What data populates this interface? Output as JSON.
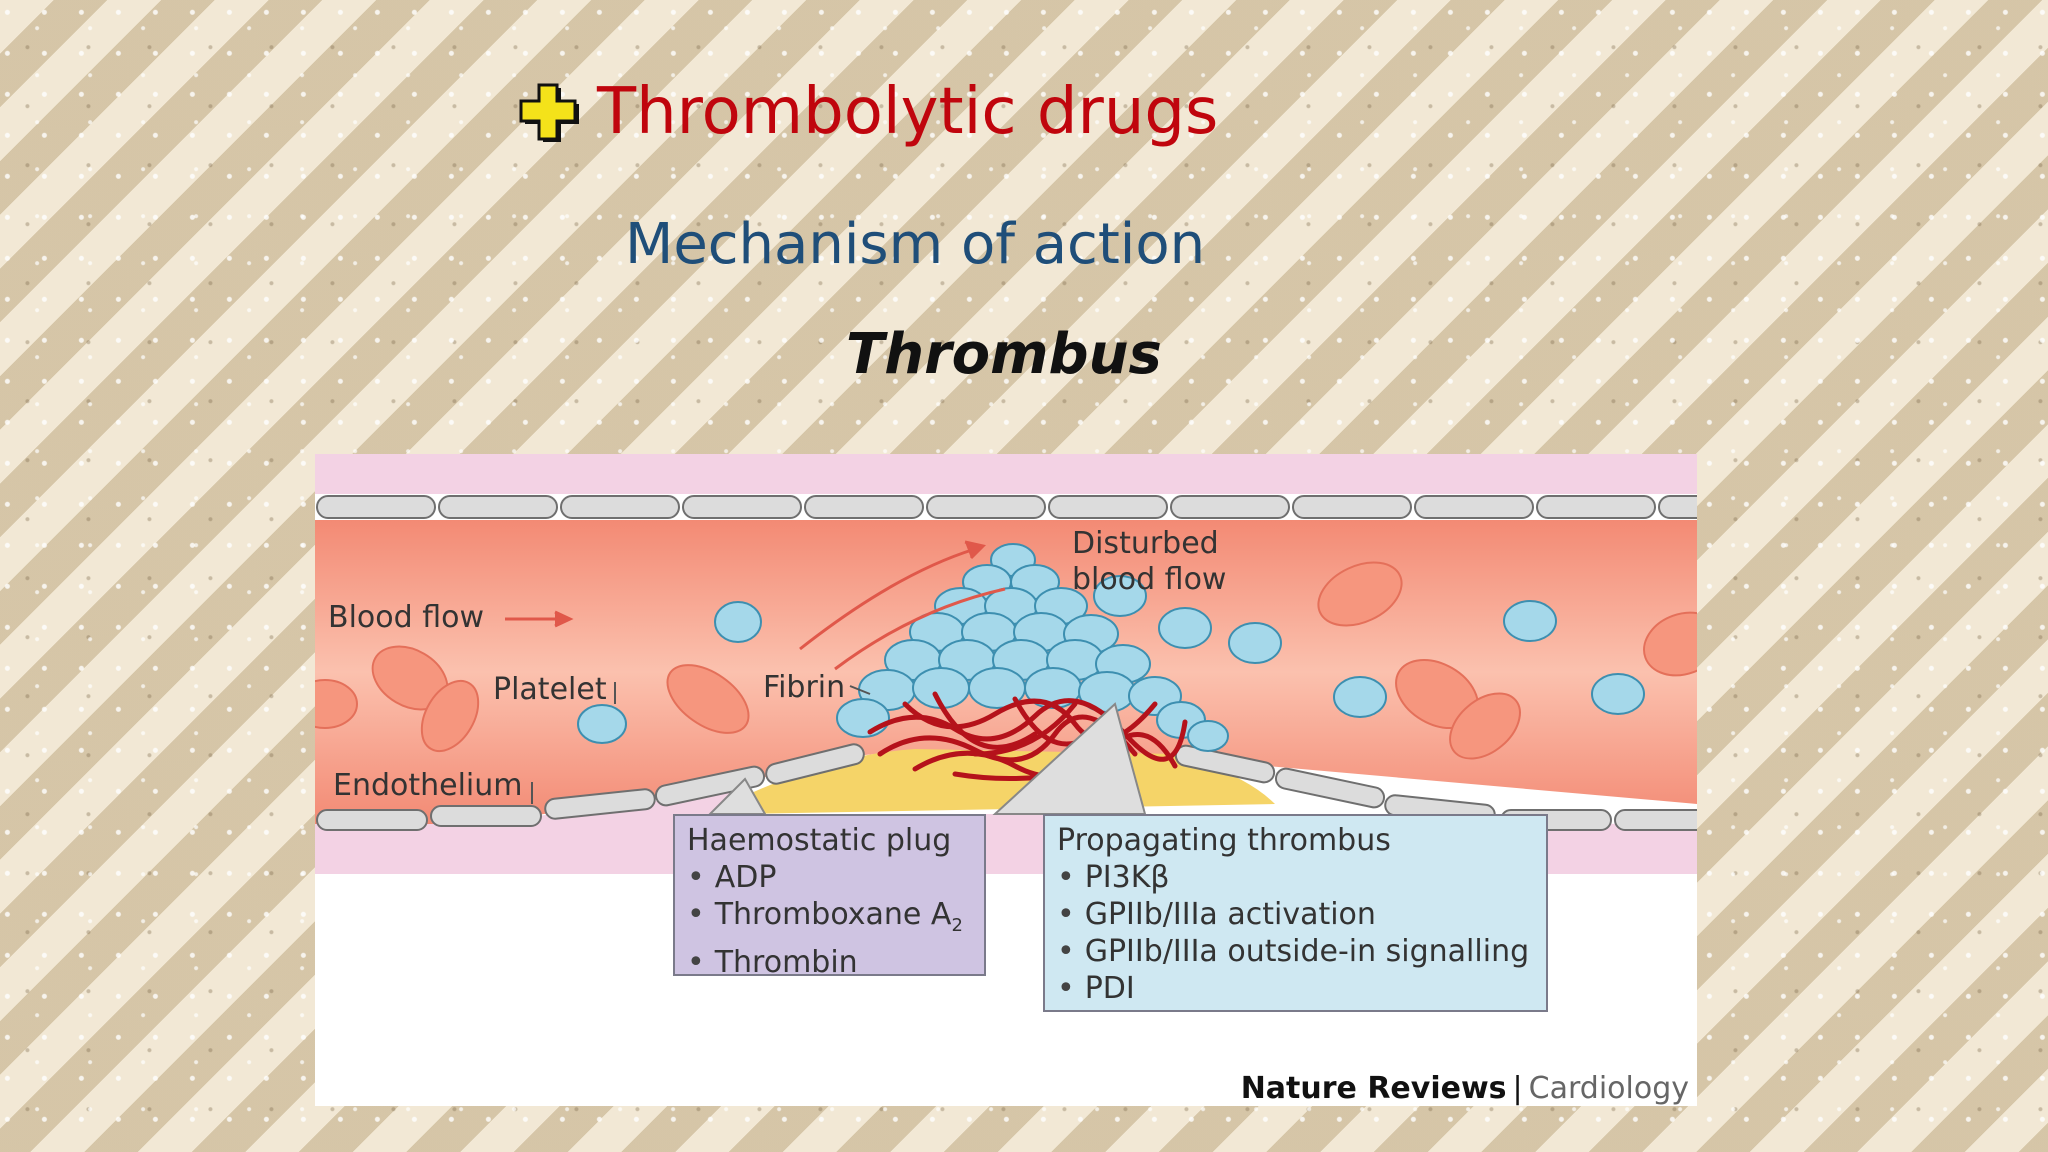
{
  "slide": {
    "title": "Thrombolytic drugs",
    "subtitle": "Mechanism of action",
    "heading": "Thrombus"
  },
  "figure": {
    "labels": {
      "blood_flow": "Blood flow",
      "platelet": "Platelet",
      "fibrin": "Fibrin",
      "endothelium": "Endothelium",
      "disturbed_line1": "Disturbed",
      "disturbed_line2": "blood flow"
    },
    "haemostatic_box": {
      "title": "Haemostatic plug",
      "items": [
        "ADP",
        "Thromboxane A",
        "Thrombin"
      ],
      "subscript": "2"
    },
    "propagating_box": {
      "title": "Propagating thrombus",
      "items": [
        "PI3Kβ",
        "GPIIb/IIIa activation",
        "GPIIb/IIIa outside-in signalling",
        "PDI"
      ]
    },
    "credit": {
      "journal": "Nature Reviews",
      "separator": "|",
      "section": "Cardiology"
    }
  },
  "colors": {
    "title": "#c0050d",
    "subtitle": "#1f4e79",
    "lumen": "#f6a08c",
    "platelet": "#9fd3e8",
    "fibrin": "#b5121b",
    "haemostatic_box": "#cfc4e2",
    "propagating_box": "#cfe8f2"
  }
}
